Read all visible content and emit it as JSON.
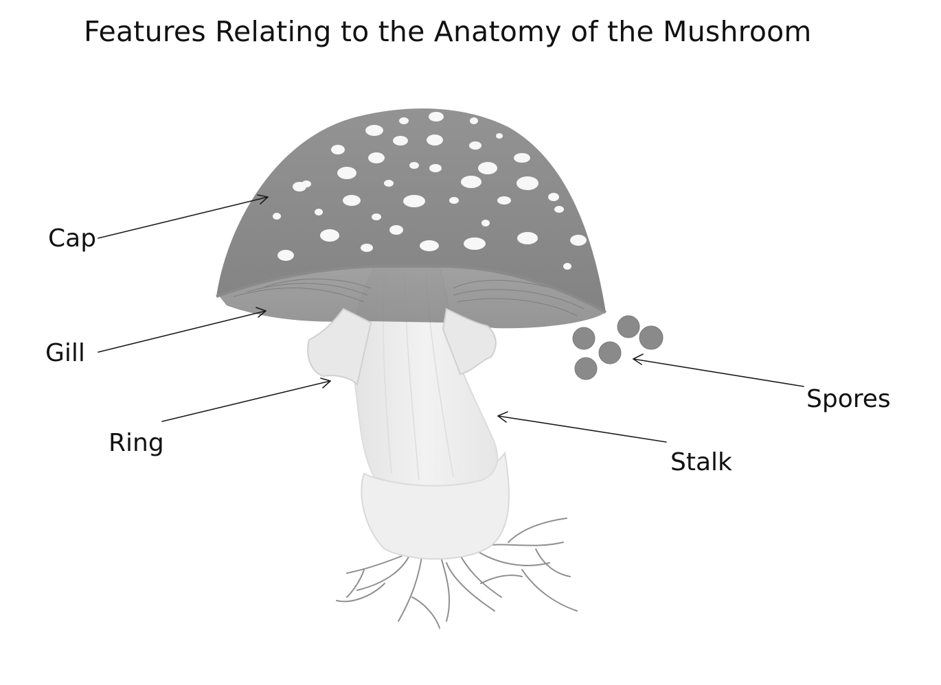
{
  "title": "Features Relating to the Anatomy of the Mushroom",
  "labels": {
    "cap": "Cap",
    "gill": "Gill",
    "ring": "Ring",
    "stalk": "Stalk",
    "spores": "Spores"
  },
  "colors": {
    "cap": "#8e8e8e",
    "gill": "#9a9a9a",
    "stalk": "#ececec",
    "spores": "#8a8a8a",
    "line": "#1a1a1a",
    "roots": "#8f8f8f"
  }
}
